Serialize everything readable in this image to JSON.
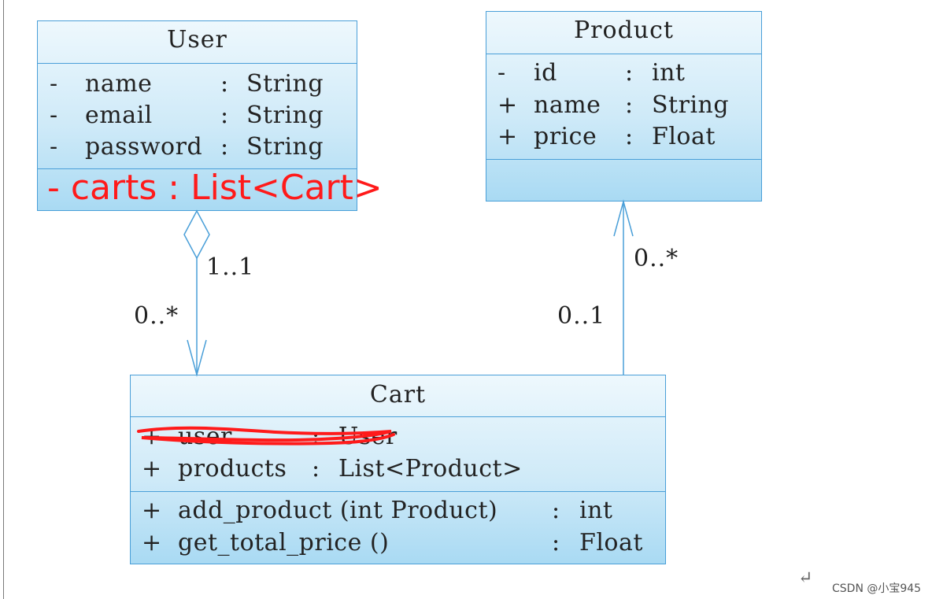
{
  "user": {
    "title": "User",
    "attributes": [
      {
        "vis": "-",
        "name": "name",
        "sep": ":",
        "type": "String"
      },
      {
        "vis": "-",
        "name": "email",
        "sep": ":",
        "type": "String"
      },
      {
        "vis": "-",
        "name": "password",
        "sep": ":",
        "type": "String"
      }
    ],
    "annotation": "- carts : List<Cart>"
  },
  "product": {
    "title": "Product",
    "attributes": [
      {
        "vis": "-",
        "name": "id",
        "sep": ":",
        "type": "int"
      },
      {
        "vis": "+",
        "name": "name",
        "sep": ":",
        "type": "String"
      },
      {
        "vis": "+",
        "name": "price",
        "sep": ":",
        "type": "Float"
      }
    ]
  },
  "cart": {
    "title": "Cart",
    "attributes": [
      {
        "vis": "+",
        "name": "user",
        "sep": ":",
        "type": "User"
      },
      {
        "vis": "+",
        "name": "products",
        "sep": ":",
        "type": "List<Product>"
      }
    ],
    "methods": [
      {
        "vis": "+",
        "name": "add_product (int Product)",
        "sep": ":",
        "type": "int"
      },
      {
        "vis": "+",
        "name": "get_total_price ()",
        "sep": ":",
        "type": "Float"
      }
    ]
  },
  "multiplicities": {
    "user_side": "1..1",
    "cart_side_user": "0..*",
    "product_side": "0..*",
    "cart_side_product": "0..1"
  },
  "paragraph_mark": "↵",
  "watermark": "CSDN @小宝945",
  "colors": {
    "border": "#4a9fd8",
    "annotation": "#ff1a1a",
    "line": "#4a9fd8"
  }
}
